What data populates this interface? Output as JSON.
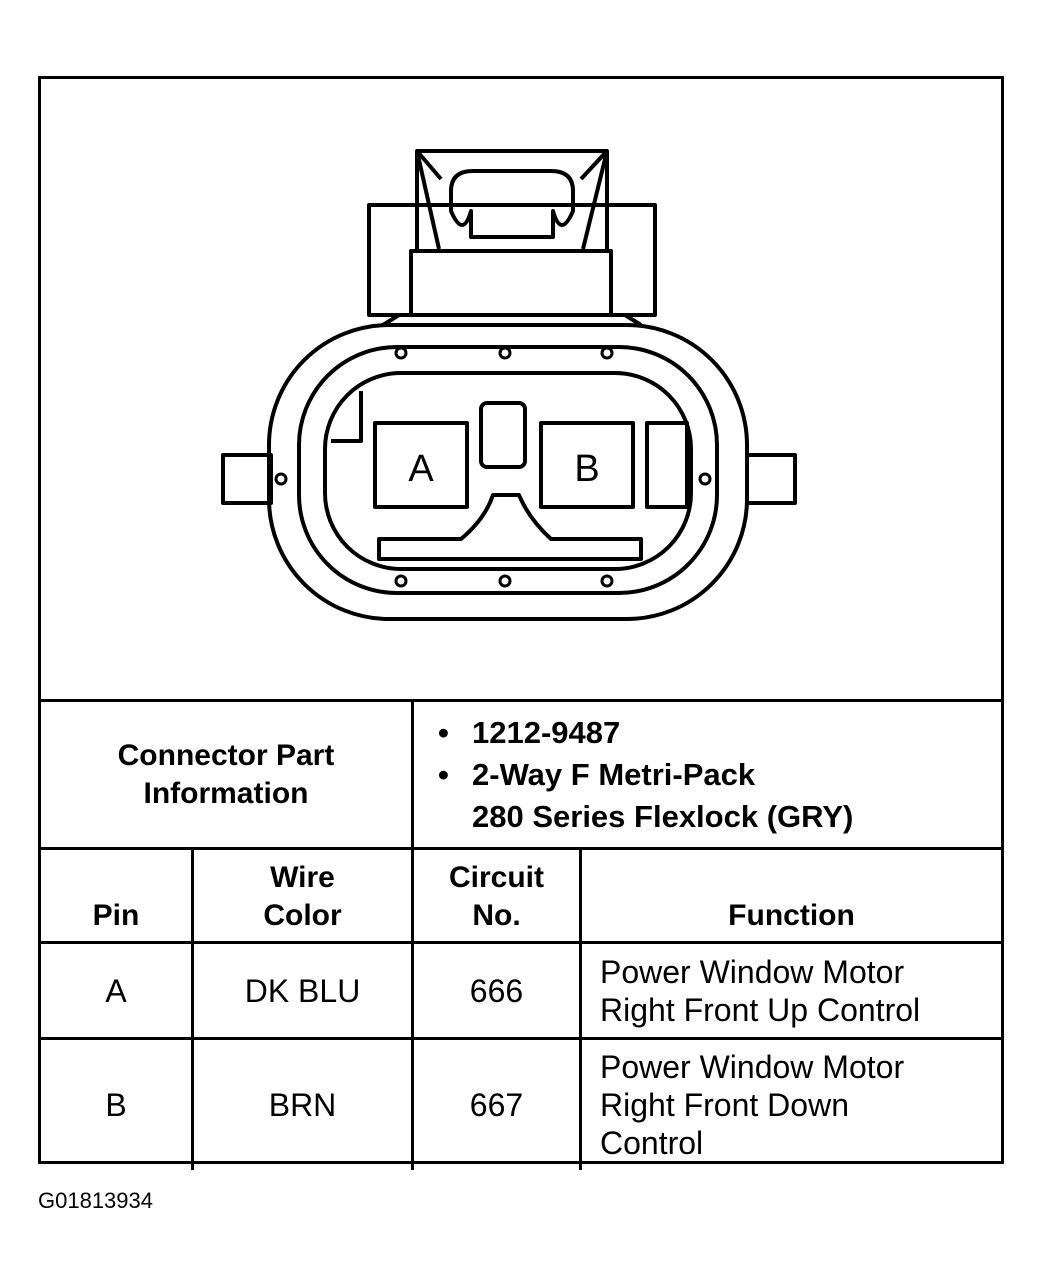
{
  "connector": {
    "pin_labels": [
      "A",
      "B"
    ]
  },
  "part_info": {
    "label_line1": "Connector Part",
    "label_line2": "Information",
    "items": [
      {
        "text_line1": "1212-9487",
        "text_line2": ""
      },
      {
        "text_line1": "2-Way F Metri-Pack",
        "text_line2": "280 Series Flexlock (GRY)"
      }
    ]
  },
  "table": {
    "headers": {
      "pin": "Pin",
      "wire_color_1": "Wire",
      "wire_color_2": "Color",
      "circuit_1": "Circuit",
      "circuit_2": "No.",
      "function": "Function"
    },
    "rows": [
      {
        "pin": "A",
        "wire_color": "DK BLU",
        "circuit": "666",
        "function_lines": [
          "Power Window Motor",
          "Right Front Up Control"
        ]
      },
      {
        "pin": "B",
        "wire_color": "BRN",
        "circuit": "667",
        "function_lines": [
          "Power Window Motor",
          "Right Front Down",
          "Control"
        ]
      }
    ]
  },
  "figure_id": "G01813934"
}
